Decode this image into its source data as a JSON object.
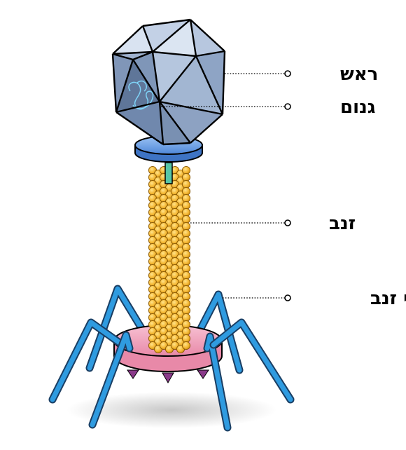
{
  "labels": {
    "head": "ראש",
    "genome": "גנום",
    "tail": "זנב",
    "tail_fibers": "סיבי זנב"
  },
  "colors": {
    "capsid_face_light": "#c9d6ea",
    "capsid_face_mid": "#9fb3cf",
    "capsid_face_dark": "#6d83a6",
    "collar": "#6a9fe6",
    "tail_bead": "#f4b733",
    "tail_bead_edge": "#b07a10",
    "baseplate": "#f4a7bf",
    "spike": "#8a3a8a",
    "fiber": "#2f9be0",
    "genome_strand": "#7fd3f7"
  }
}
